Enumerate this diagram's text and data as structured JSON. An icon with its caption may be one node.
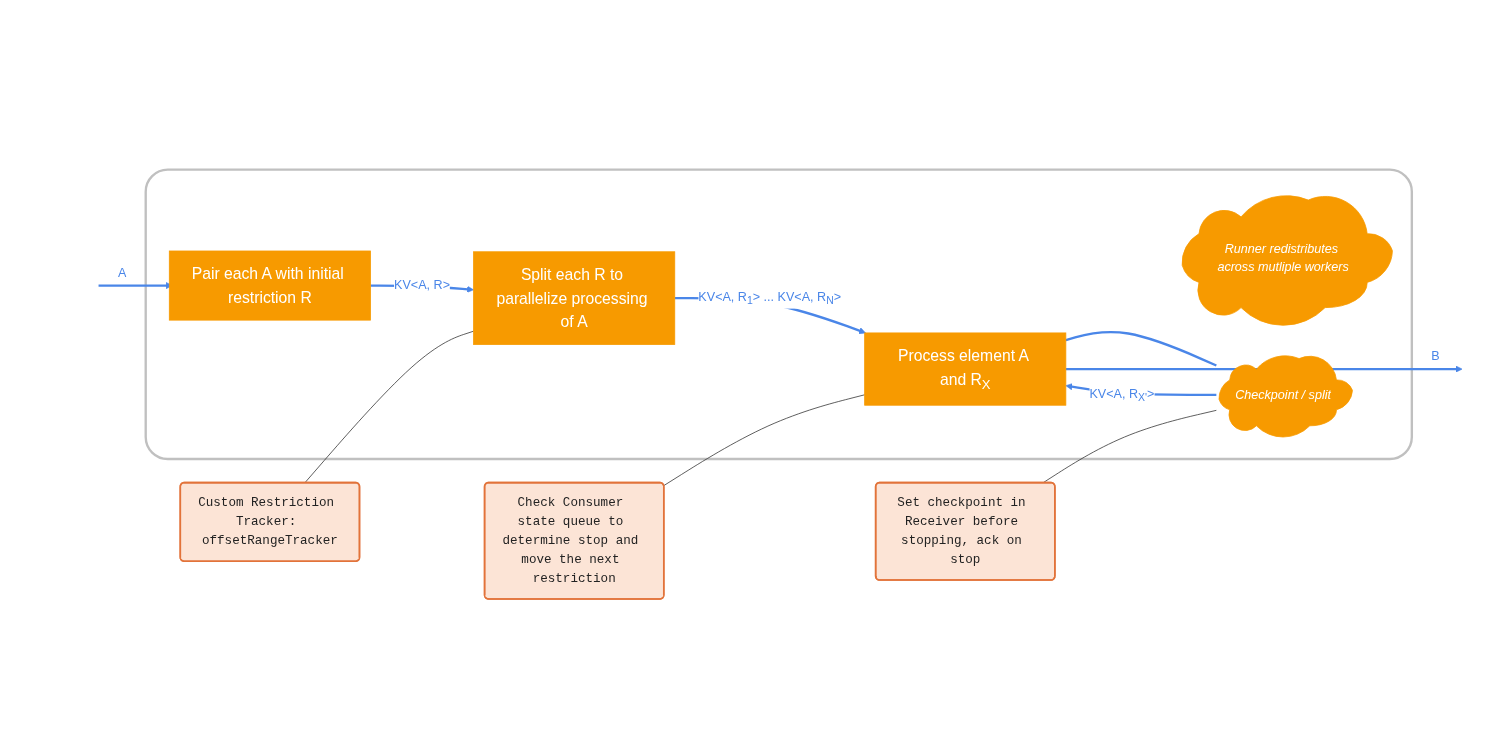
{
  "diagram": {
    "nodes": [
      {
        "text": [],
        "shape": "box"
      },
      {
        "text": [
          "Custom Restriction Tracker: offsetRangeTracker"
        ]
      },
      {
        "text": [
          "Check Consumer state queue to determine stop and move the next restriction"
        ]
      },
      {
        "text": [
          "Runner redistributes across mutliple workers"
        ],
        "in": 0
      },
      {
        "text": [
          "Pair each A with initial restriction R"
        ],
        "in": 0
      },
      {
        "text": [
          "Split each R to parallelize processing of A"
        ],
        "in": 0
      },
      {
        "text": [
          "Process element A and R$_{X}$"
        ],
        "in": 0
      },
      {
        "text": [
          "Checkpoint / split"
        ],
        "in": 0
      },
      {
        "text": [
          "Set checkpoint in Receiver before stopping, ack on stop"
        ]
      }
    ],
    "edges": [
      {
        "from": null,
        "to": 4,
        "arrow": "to",
        "label": "A"
      },
      {
        "from": 4,
        "to": 5,
        "arrow": "to",
        "label": "KV<A, R>"
      },
      {
        "from": 5,
        "to": 6,
        "arrow": "to",
        "label": "KV<A, R$_{1}$> ... KV<A, R$_{N}$>"
      },
      {
        "from": 6,
        "to": null,
        "arrow": "to",
        "label": "B"
      },
      {
        "from": 6,
        "to": 7,
        "arrow": "none"
      },
      {
        "from": 7,
        "to": 6,
        "arrow": "to",
        "label": "KV<A, R$_{X'}$>"
      },
      {
        "from": 1,
        "to": 5,
        "arrow": "none",
        "color": "#333333"
      },
      {
        "from": 2,
        "to": 6,
        "arrow": "none",
        "color": "#333333"
      },
      {
        "from": 8,
        "to": 7,
        "arrow": "none",
        "color": "#333333"
      }
    ]
  }
}
